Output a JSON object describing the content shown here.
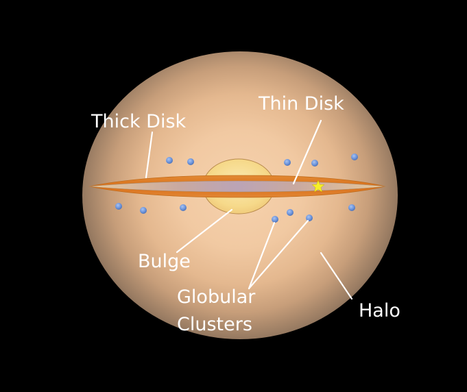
{
  "diagram": {
    "subject": "Milky Way galaxy structure (edge-on view)",
    "colors": {
      "background": "#000000",
      "halo_center": "#f6d2ad",
      "thick_disk": "#e07a22",
      "thin_disk": "#c6a89a",
      "bulge": "#f7dc8e",
      "globular_cluster": "#6f96dc",
      "sun_star": "#f6ef2a",
      "label_text": "#ffffff",
      "leader_line": "#ffffff"
    },
    "labels": {
      "thick_disk": "Thick Disk",
      "thin_disk": "Thin Disk",
      "bulge": "Bulge",
      "globular_clusters_line1": "Globular",
      "globular_clusters_line2": "Clusters",
      "halo": "Halo"
    },
    "sun_marker": "star-icon",
    "globular_cluster_count": 13
  }
}
